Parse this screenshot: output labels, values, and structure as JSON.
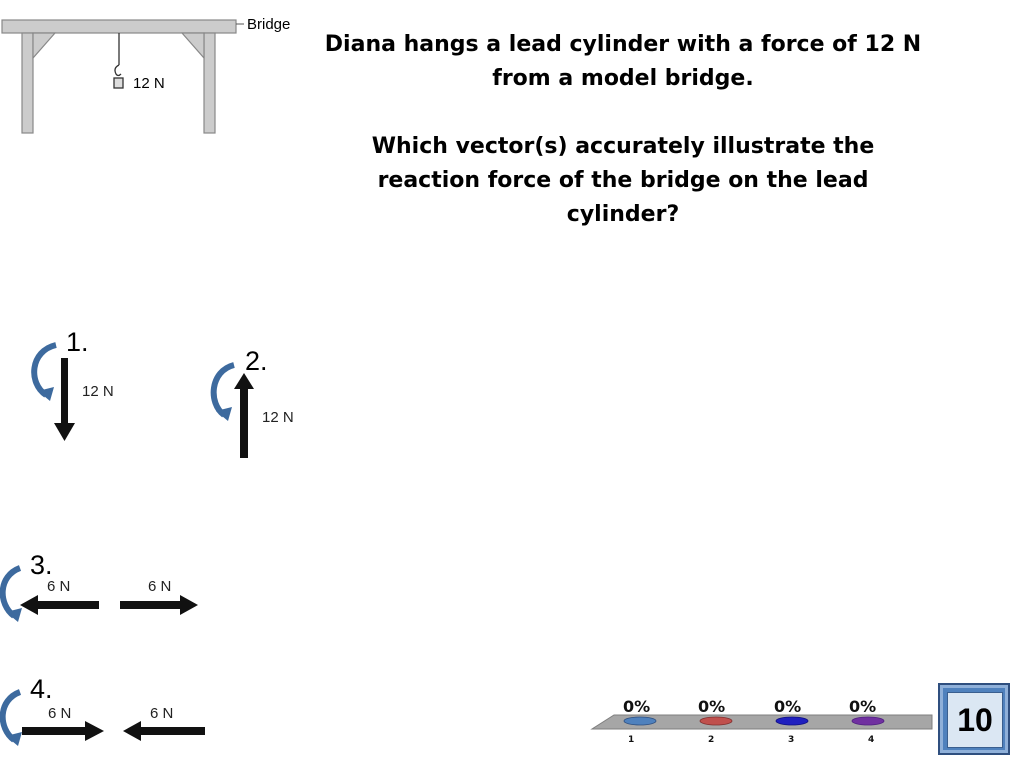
{
  "question": {
    "line1": "Diana hangs a lead cylinder with a force of 12 N from a model bridge.",
    "line2": "Which vector(s) accurately illustrate the reaction force of the bridge on the lead cylinder?"
  },
  "diagram": {
    "bridge_label": "Bridge",
    "weight_label": "12 N"
  },
  "options": [
    {
      "number": "1.",
      "labels": [
        "12 N"
      ],
      "description": "downward arrow"
    },
    {
      "number": "2.",
      "labels": [
        "12 N"
      ],
      "description": "upward arrow"
    },
    {
      "number": "3.",
      "labels": [
        "6 N",
        "6 N"
      ],
      "description": "left and right arrows"
    },
    {
      "number": "4.",
      "labels": [
        "6 N",
        "6 N"
      ],
      "description": "right and left arrows"
    }
  ],
  "results": {
    "percentages": [
      "0%",
      "0%",
      "0%",
      "0%"
    ],
    "categories": [
      "1",
      "2",
      "3",
      "4"
    ],
    "colors": [
      "#4f81bd",
      "#c0504d",
      "#1f1fbf",
      "#7030a0"
    ]
  },
  "countdown": "10",
  "colors": {
    "bridge": "#c8c8c8",
    "curved_arrow": "#3d6a9e",
    "vector": "#111111"
  }
}
